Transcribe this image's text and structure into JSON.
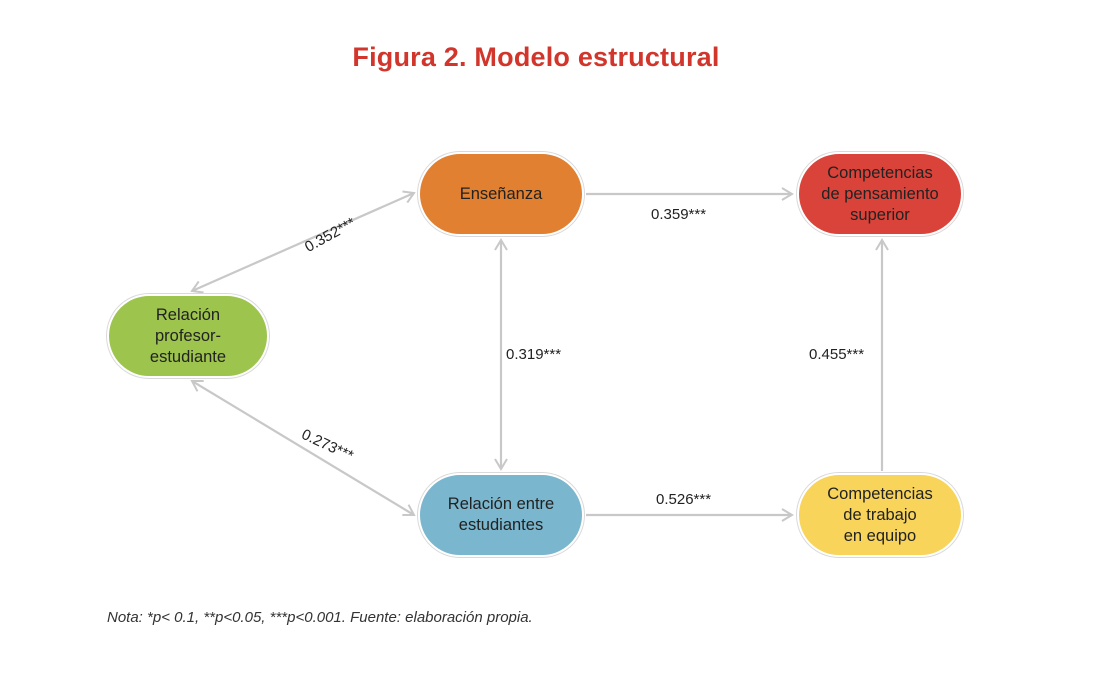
{
  "figure": {
    "title": "Figura 2. Modelo estructural",
    "note": "Nota: *p< 0.1, **p<0.05, ***p<0.001. Fuente: elaboración propia."
  },
  "nodes": {
    "ensenanza": {
      "label": "Enseñanza",
      "color": "#e08030"
    },
    "pensamiento": {
      "label": "Competencias\nde pensamiento\nsuperior",
      "color": "#d9433a"
    },
    "profesor": {
      "label": "Relación\nprofesor-\nestudiante",
      "color": "#9dc44d"
    },
    "entre": {
      "label": "Relación entre\nestudiantes",
      "color": "#7ab6cd"
    },
    "trabajo": {
      "label": "Competencias\nde trabajo\nen equipo",
      "color": "#f8d45b"
    }
  },
  "edges": {
    "profesor_ensenanza": {
      "label": "0.352***",
      "bidirectional": true
    },
    "profesor_entre": {
      "label": "0.273***",
      "bidirectional": true
    },
    "ensenanza_pensamiento": {
      "label": "0.359***",
      "bidirectional": false
    },
    "ensenanza_entre": {
      "label": "0.319***",
      "bidirectional": true
    },
    "trabajo_pensamiento": {
      "label": "0.455***",
      "bidirectional": false
    },
    "entre_trabajo": {
      "label": "0.526***",
      "bidirectional": false
    }
  },
  "style": {
    "title_color": "#d1352b",
    "edge_color": "#c8c8c8"
  }
}
